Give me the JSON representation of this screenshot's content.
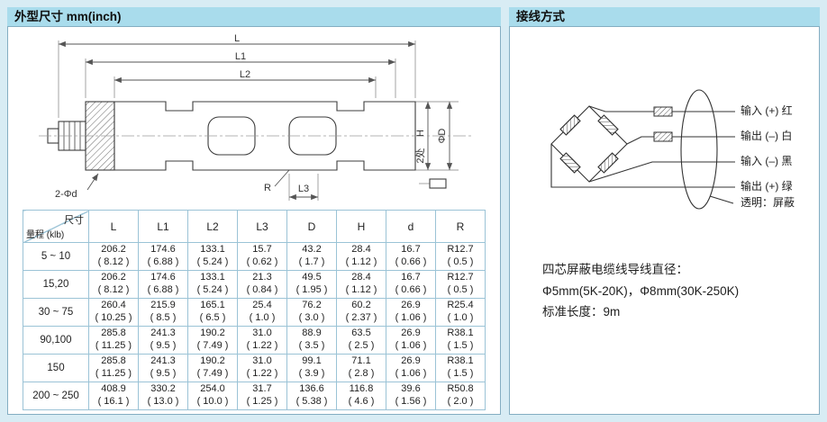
{
  "colors": {
    "page_bg": "#d8ecf4",
    "header_band": "#a9dcec",
    "table_border": "#9bc3d6"
  },
  "dimensions": {
    "title": "外型尺寸 mm(inch)",
    "drawing_labels": {
      "L": "L",
      "L1": "L1",
      "L2": "L2",
      "L3": "L3",
      "H": "H",
      "places": "2处",
      "D": "ΦD",
      "d2": "2-Φd",
      "R": "R"
    },
    "table": {
      "corner_top": "尺寸",
      "corner_bottom": "量程 (klb)",
      "columns": [
        "L",
        "L1",
        "L2",
        "L3",
        "D",
        "H",
        "d",
        "R"
      ],
      "rows": [
        {
          "range": "5 ~ 10",
          "cells": [
            [
              "206.2",
              "( 8.12 )"
            ],
            [
              "174.6",
              "( 6.88 )"
            ],
            [
              "133.1",
              "( 5.24 )"
            ],
            [
              "15.7",
              "( 0.62 )"
            ],
            [
              "43.2",
              "( 1.7 )"
            ],
            [
              "28.4",
              "( 1.12 )"
            ],
            [
              "16.7",
              "( 0.66 )"
            ],
            [
              "R12.7",
              "( 0.5 )"
            ]
          ]
        },
        {
          "range": "15,20",
          "cells": [
            [
              "206.2",
              "( 8.12 )"
            ],
            [
              "174.6",
              "( 6.88 )"
            ],
            [
              "133.1",
              "( 5.24 )"
            ],
            [
              "21.3",
              "( 0.84 )"
            ],
            [
              "49.5",
              "( 1.95 )"
            ],
            [
              "28.4",
              "( 1.12 )"
            ],
            [
              "16.7",
              "( 0.66 )"
            ],
            [
              "R12.7",
              "( 0.5 )"
            ]
          ]
        },
        {
          "range": "30 ~ 75",
          "cells": [
            [
              "260.4",
              "( 10.25 )"
            ],
            [
              "215.9",
              "( 8.5 )"
            ],
            [
              "165.1",
              "( 6.5 )"
            ],
            [
              "25.4",
              "( 1.0 )"
            ],
            [
              "76.2",
              "( 3.0 )"
            ],
            [
              "60.2",
              "( 2.37 )"
            ],
            [
              "26.9",
              "( 1.06 )"
            ],
            [
              "R25.4",
              "( 1.0 )"
            ]
          ]
        },
        {
          "range": "90,100",
          "cells": [
            [
              "285.8",
              "( 11.25 )"
            ],
            [
              "241.3",
              "( 9.5 )"
            ],
            [
              "190.2",
              "( 7.49 )"
            ],
            [
              "31.0",
              "( 1.22 )"
            ],
            [
              "88.9",
              "( 3.5 )"
            ],
            [
              "63.5",
              "( 2.5 )"
            ],
            [
              "26.9",
              "( 1.06 )"
            ],
            [
              "R38.1",
              "( 1.5 )"
            ]
          ]
        },
        {
          "range": "150",
          "cells": [
            [
              "285.8",
              "( 11.25 )"
            ],
            [
              "241.3",
              "( 9.5 )"
            ],
            [
              "190.2",
              "( 7.49 )"
            ],
            [
              "31.0",
              "( 1.22 )"
            ],
            [
              "99.1",
              "( 3.9 )"
            ],
            [
              "71.1",
              "( 2.8 )"
            ],
            [
              "26.9",
              "( 1.06 )"
            ],
            [
              "R38.1",
              "( 1.5 )"
            ]
          ]
        },
        {
          "range": "200 ~ 250",
          "cells": [
            [
              "408.9",
              "( 16.1 )"
            ],
            [
              "330.2",
              "( 13.0 )"
            ],
            [
              "254.0",
              "( 10.0 )"
            ],
            [
              "31.7",
              "( 1.25 )"
            ],
            [
              "136.6",
              "( 5.38 )"
            ],
            [
              "116.8",
              "( 4.6 )"
            ],
            [
              "39.6",
              "( 1.56 )"
            ],
            [
              "R50.8",
              "( 2.0 )"
            ]
          ]
        }
      ]
    }
  },
  "wiring": {
    "title": "接线方式",
    "labels": [
      "输入 (+) 红",
      "输出 (–) 白",
      "输入 (–) 黑",
      "输出 (+) 绿",
      "透明：屏蔽"
    ],
    "note": [
      "四芯屏蔽电缆线导线直径：",
      "Φ5mm(5K-20K)，Φ8mm(30K-250K)",
      "标准长度：9m"
    ]
  }
}
